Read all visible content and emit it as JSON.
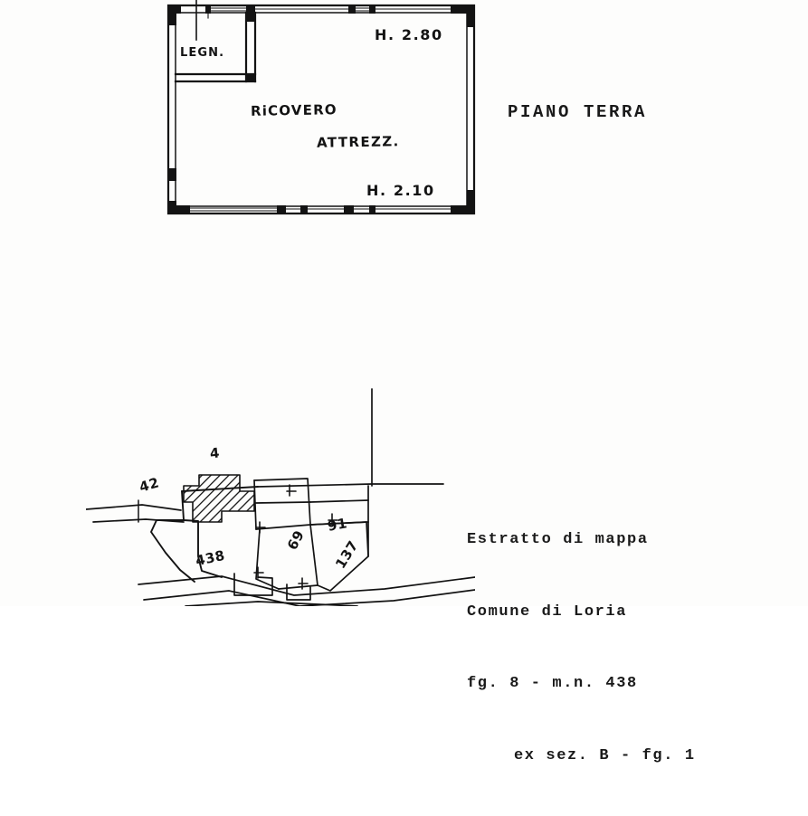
{
  "document": {
    "kind": "cadastral-plan-sheet",
    "ink_color": "#131313",
    "paper_color": "#fdfdfc"
  },
  "floor_plan": {
    "title": "PIANO TERRA",
    "rooms": [
      {
        "id": "legna",
        "label": "LEGN."
      },
      {
        "id": "ricovero",
        "label": "RiCOVERO"
      },
      {
        "id": "attrezzi",
        "label": "ATTREZZ."
      }
    ],
    "heights": [
      {
        "id": "ridge-height",
        "label": "H. 2.80",
        "value": "2.80"
      },
      {
        "id": "eaves-height",
        "label": "H. 2.10",
        "value": "2.10"
      }
    ]
  },
  "cadastral_map": {
    "caption_lines": [
      "Estratto di mappa",
      "Comune di Loria",
      "fg. 8 - m.n. 438",
      "ex sez. B - fg. 1"
    ],
    "caption": {
      "line1": "Estratto di mappa",
      "line2": "Comune di Loria",
      "line3": "fg. 8 - m.n. 438",
      "line4": "ex sez. B - fg. 1"
    },
    "comune": "Loria",
    "foglio": "8",
    "mappale": "438",
    "ex_sezione": "B",
    "ex_foglio": "1",
    "parcel_numbers": [
      {
        "id": "parcel-438",
        "label": "438"
      },
      {
        "id": "parcel-69",
        "label": "69"
      },
      {
        "id": "parcel-91",
        "label": "91"
      },
      {
        "id": "parcel-137",
        "label": "137"
      },
      {
        "id": "parcel-42",
        "label": "42"
      },
      {
        "id": "parcel-4",
        "label": "4"
      }
    ]
  }
}
